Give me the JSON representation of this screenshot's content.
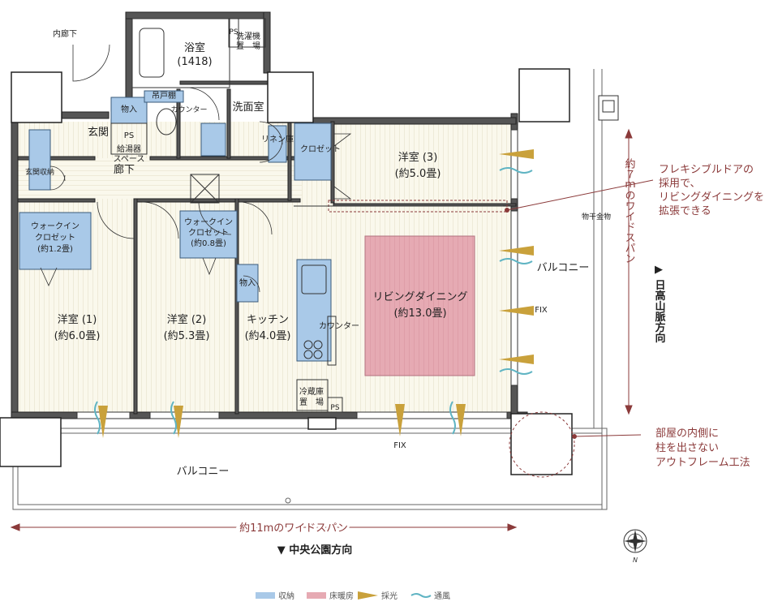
{
  "rooms": {
    "bath": "浴室",
    "bath_size": "(1418)",
    "washer_1": "洗濯機",
    "washer_2": "置　場",
    "ps": "PS",
    "washroom": "洗面室",
    "hanging_shelf": "吊戸棚",
    "counter_wash": "カウンター",
    "linen": "リネン庫",
    "entrance": "玄関",
    "storage": "物入",
    "water_heater_1": "給湯器",
    "water_heater_2": "スペース",
    "shoe_storage": "玄関収納",
    "hallway": "廊下",
    "inner_corridor": "内廊下",
    "wic1_1": "ウォークイン",
    "wic1_2": "クロゼット",
    "wic1_3": "(約1.2畳)",
    "wic2_1": "ウォークイン",
    "wic2_2": "クロゼット",
    "wic2_3": "(約0.8畳)",
    "closet3": "クロゼット",
    "western3": "洋室 (3)",
    "western3_size": "(約5.0畳)",
    "western1": "洋室 (1)",
    "western1_size": "(約6.0畳)",
    "western2": "洋室 (2)",
    "western2_size": "(約5.3畳)",
    "kitchen": "キッチン",
    "kitchen_size": "(約4.0畳)",
    "counter": "カウンター",
    "fridge_1": "冷蔵庫",
    "fridge_2": "置　場",
    "living": "リビングダイニング",
    "living_size": "(約13.0畳)",
    "balcony_side": "バルコニー",
    "balcony_bottom": "バルコニー",
    "fix_side": "FIX",
    "fix_bottom": "FIX",
    "storage_shelf": "物干金物"
  },
  "annotations": {
    "flex_door": [
      "フレキシブルドアの",
      "採用で、",
      "リビングダイニングを",
      "拡張できる"
    ],
    "outframe": [
      "部屋の内側に",
      "柱を出さない",
      "アウトフレーム工法"
    ],
    "wide_span_v": "約７ｍのワイドスパン",
    "wide_span_h": "約11mのワイドスパン",
    "direction_right": "▶ 日高山脈方向",
    "direction_bottom": "▼ 中央公園方向"
  },
  "legend": {
    "storage": "収納",
    "floor_heating": "床暖房",
    "daylight": "採光",
    "ventilation": "通風"
  },
  "colors": {
    "storage_fill": "#a9c9e8",
    "floor_heating_fill": "#e6aab3",
    "daylight": "#c9a13b",
    "ventilation": "#5fb4c3",
    "annotation": "#8b3a3a",
    "wall": "#333333",
    "floor": "#f8f6e9"
  },
  "icons": {
    "compass": "compass-icon",
    "stove": "stove-icon"
  }
}
